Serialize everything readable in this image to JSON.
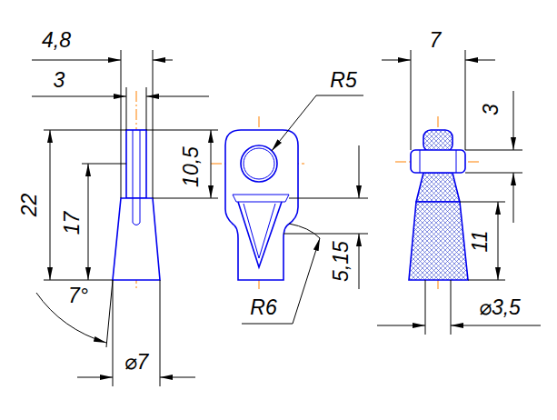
{
  "diagram": {
    "labels": [
      "4,8",
      "3",
      "22",
      "17",
      "10,5",
      "7°",
      "⌀7",
      "R5",
      "R6",
      "5,15",
      "7",
      "3",
      "11",
      "⌀3,5"
    ]
  }
}
